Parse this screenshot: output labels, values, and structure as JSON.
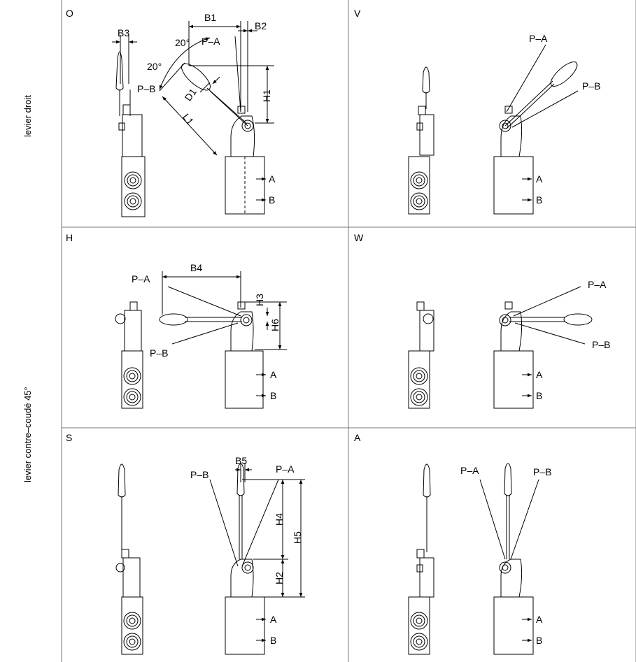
{
  "side_labels": {
    "top": "levier droit",
    "bottom": "levier contre–coudé 45°"
  },
  "panels": [
    {
      "id": "O",
      "callouts": [
        "B1",
        "B2",
        "B3",
        "20°",
        "20°",
        "P–A",
        "P–B",
        "D1",
        "L1",
        "H1"
      ],
      "ports": [
        "A",
        "B"
      ]
    },
    {
      "id": "V",
      "callouts": [
        "P–A",
        "P–B"
      ],
      "ports": [
        "A",
        "B"
      ]
    },
    {
      "id": "H",
      "callouts": [
        "B4",
        "P–A",
        "P–B",
        "H3",
        "H6"
      ],
      "ports": [
        "A",
        "B"
      ]
    },
    {
      "id": "W",
      "callouts": [
        "P–A",
        "P–B"
      ],
      "ports": [
        "A",
        "B"
      ]
    },
    {
      "id": "S",
      "callouts": [
        "B5",
        "P–B",
        "P–A",
        "H4",
        "H5",
        "H2"
      ],
      "ports": [
        "A",
        "B"
      ]
    },
    {
      "id": "A",
      "callouts": [
        "P–A",
        "P–B"
      ],
      "ports": [
        "A",
        "B"
      ]
    }
  ]
}
